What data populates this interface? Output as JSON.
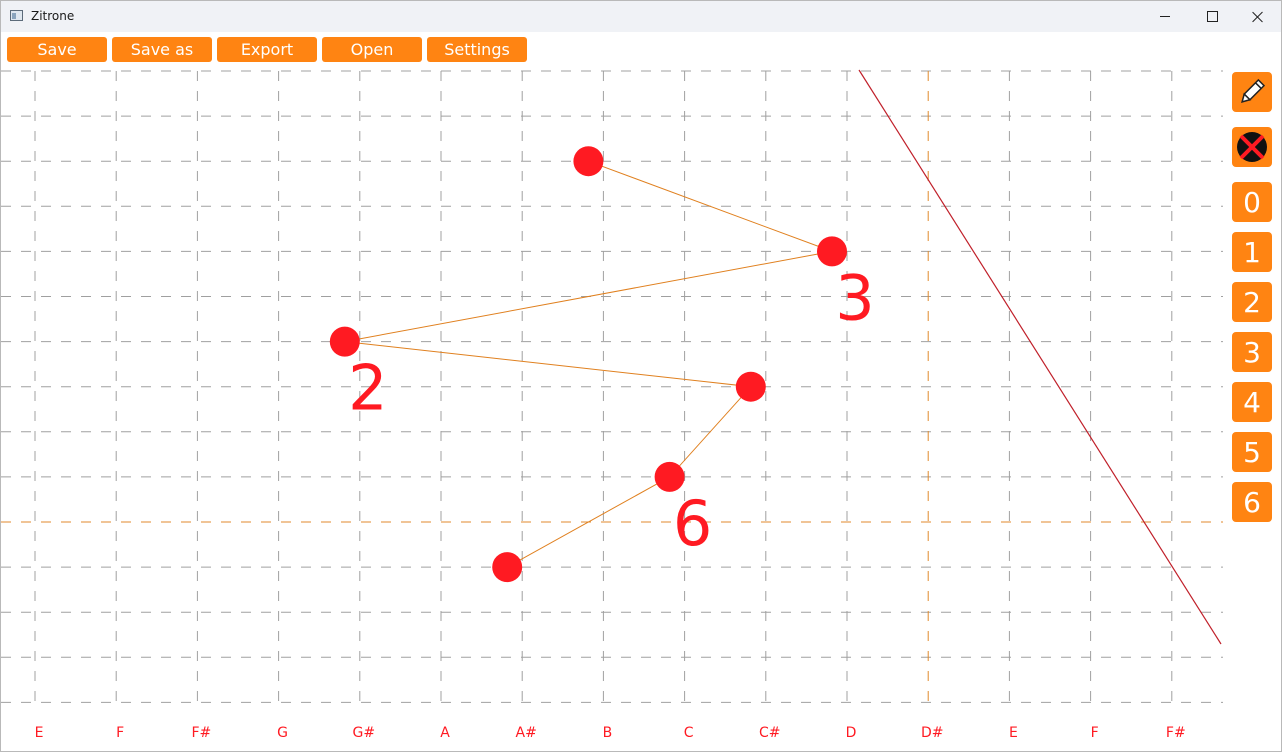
{
  "window": {
    "title": "Zitrone"
  },
  "toolbar": {
    "save": "Save",
    "save_as": "Save as",
    "export": "Export",
    "open": "Open",
    "settings": "Settings"
  },
  "side_tools": {
    "numbers": [
      "0",
      "1",
      "2",
      "3",
      "4",
      "5",
      "6"
    ]
  },
  "fretboard": {
    "note_labels": [
      "E",
      "F",
      "F#",
      "G",
      "G#",
      "A",
      "A#",
      "B",
      "C",
      "C#",
      "D",
      "D#",
      "E",
      "F",
      "F#"
    ]
  },
  "markers": [
    {
      "fret": 7,
      "string": 2,
      "label": ""
    },
    {
      "fret": 10,
      "string": 4,
      "label": "3"
    },
    {
      "fret": 4,
      "string": 6,
      "label": "2"
    },
    {
      "fret": 9,
      "string": 7,
      "label": ""
    },
    {
      "fret": 8,
      "string": 9,
      "label": "6"
    },
    {
      "fret": 6,
      "string": 11,
      "label": ""
    }
  ],
  "colors": {
    "accent": "#ff8412",
    "marker": "#ff1a22",
    "grid": "#a0a0a0",
    "highlight_grid": "#e08a2c",
    "path_line": "#e0801f",
    "diagonal_line": "#c0202a"
  }
}
